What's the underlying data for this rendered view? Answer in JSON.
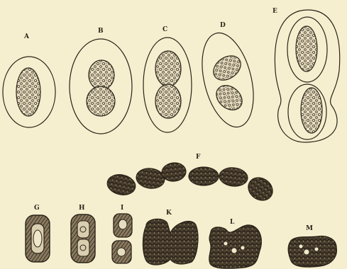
{
  "figure": {
    "description_kind": "engraved plate of cell division stages",
    "labels": {
      "A": "A",
      "B": "B",
      "C": "C",
      "D": "D",
      "E": "E",
      "F": "F",
      "G": "G",
      "H": "H",
      "I": "I",
      "K": "K",
      "L": "L",
      "M": "M"
    },
    "colors": {
      "paper": "#f6efcf",
      "ink": "#2a2318",
      "cell_fill": "#e6dcc0",
      "dark_fill": "#5b4e3b"
    }
  }
}
